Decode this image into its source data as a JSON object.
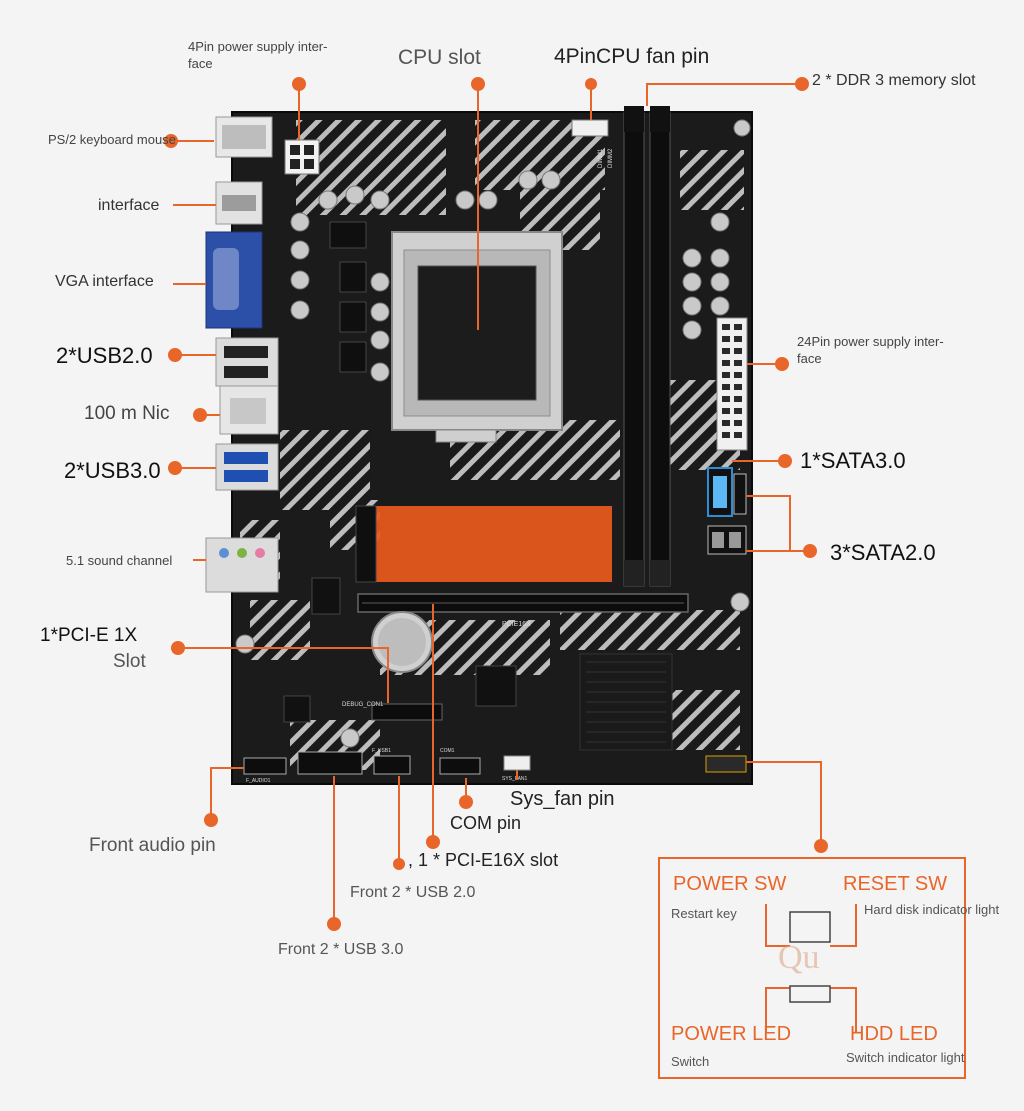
{
  "labels": {
    "ps2": "PS/2 keyboard mouse",
    "interface": "interface",
    "vga": "VGA interface",
    "usb2": "2*USB2.0",
    "nic": "100 m Nic",
    "usb3": "2*USB3.0",
    "sound": "5.1 sound channel",
    "pcie1x_line1": "1*PCI-E 1X",
    "pcie1x_line2": "Slot",
    "front_audio": "Front audio pin",
    "front_usb3": "Front 2 * USB 3.0",
    "front_usb2": "Front 2 * USB 2.0",
    "pcie16x": ", 1 * PCI-E16X slot",
    "com": "COM pin",
    "sys_fan": "Sys_fan pin",
    "power4pin_line1": "4Pin power supply inter-",
    "power4pin_line2": "face",
    "cpu_slot": "CPU slot",
    "cpu_fan": "4PinCPU fan pin",
    "ddr3": "2 * DDR 3 memory slot",
    "power24pin_line1": "24Pin power supply inter-",
    "power24pin_line2": "face",
    "sata3": "1*SATA3.0",
    "sata2": "3*SATA2.0"
  },
  "board_text": {
    "pcie_slot": "PCIE16X",
    "dimm1": "DIMM1",
    "dimm2": "DIMM2",
    "debug": "DEBUG_CON1",
    "f_audio": "F_AUDIO1",
    "f_usb": "F_USB1",
    "com1": "COM1",
    "sys_fan": "SYS_FAN1"
  },
  "panel": {
    "power_sw": "POWER SW",
    "reset_sw": "RESET SW",
    "restart_key": "Restart key",
    "hdd_indicator": "Hard disk indicator light",
    "power_led": "POWER LED",
    "hdd_led": "HDD  LED",
    "switch": "Switch",
    "switch_indicator": "Switch indicator light"
  },
  "watermark": "Qu",
  "colors": {
    "accent": "#e8662a",
    "board": "#1b1b1b",
    "board_stripe": "#d9d9d9",
    "background": "#f4f4f4",
    "label_text": "#333333"
  }
}
